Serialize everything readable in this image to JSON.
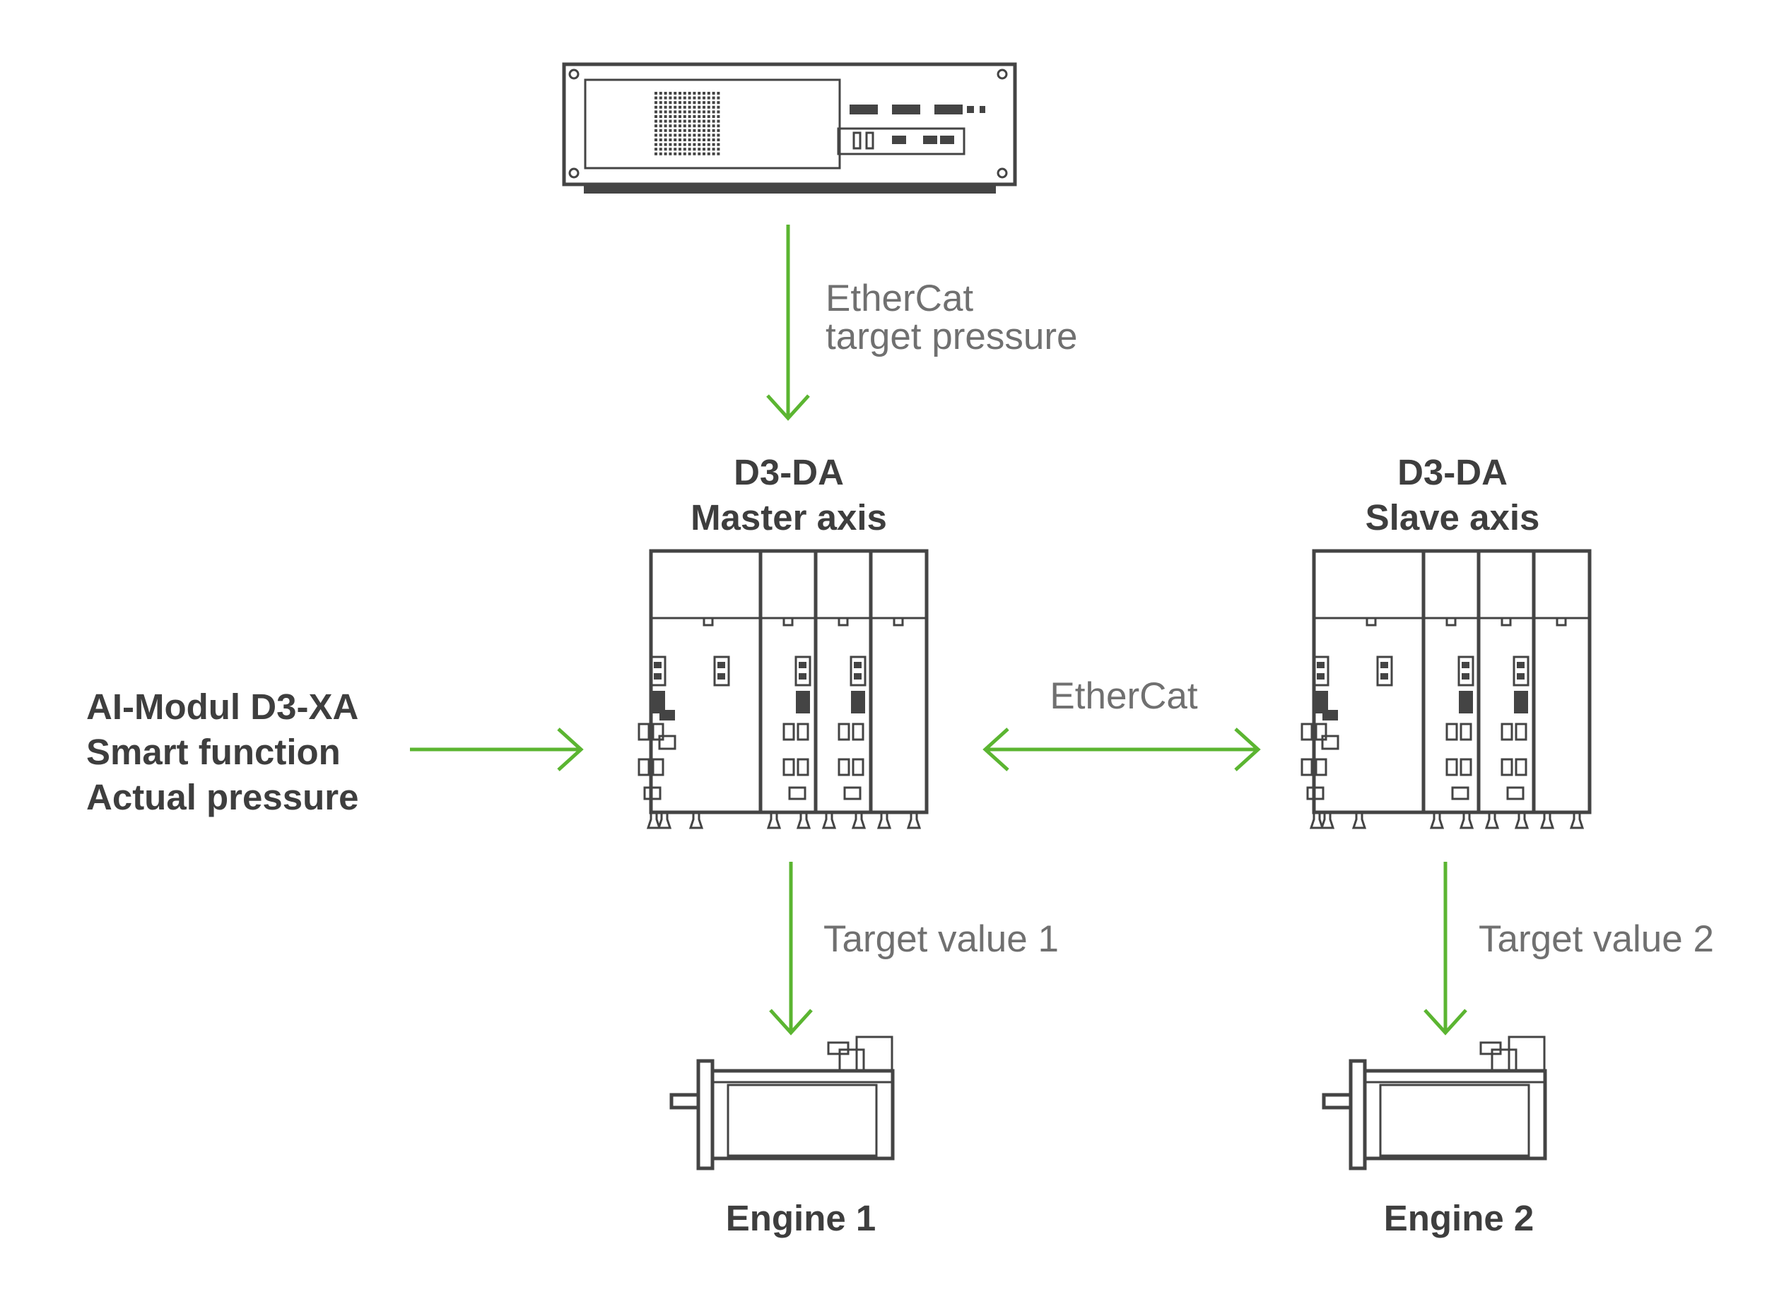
{
  "labels": {
    "ethercat_top_line1": "EtherCat",
    "ethercat_top_line2": "target pressure",
    "master_line1": "D3-DA",
    "master_line2": "Master axis",
    "slave_line1": "D3-DA",
    "slave_line2": "Slave axis",
    "ai_line1": "AI-Modul D3-XA",
    "ai_line2": "Smart function",
    "ai_line3": "Actual pressure",
    "ethercat_link": "EtherCat",
    "target_value_1": "Target value 1",
    "target_value_2": "Target value 2",
    "engine_1": "Engine 1",
    "engine_2": "Engine 2"
  },
  "colors": {
    "arrow": "#5bb531",
    "device_stroke": "#444444",
    "label_light": "#707070",
    "label_bold": "#3e3e3e"
  },
  "icons": {
    "controller": "industrial-pc-icon",
    "drive": "servo-drive-icon",
    "motor": "servo-motor-icon"
  }
}
